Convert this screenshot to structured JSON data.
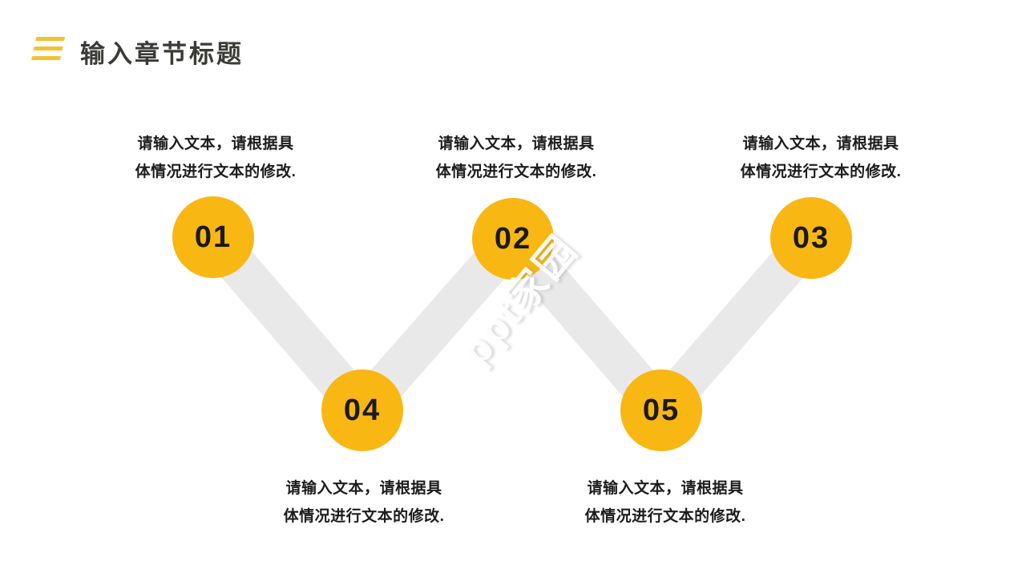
{
  "slide": {
    "title": "输入章节标题",
    "watermark": "ppt家园"
  },
  "colors": {
    "accent_yellow": "#F8B712",
    "icon_yellow": "#F2C233",
    "connector_gray": "#E9E9E9",
    "title_text": "#3A3A36",
    "body_text": "#1C1C1C",
    "background": "#FFFFFF"
  },
  "steps": [
    {
      "number": "01",
      "caption_line1": "请输入文本，请根据具",
      "caption_line2": "体情况进行文本的修改.",
      "caption_position": "above"
    },
    {
      "number": "02",
      "caption_line1": "请输入文本，请根据具",
      "caption_line2": "体情况进行文本的修改.",
      "caption_position": "above"
    },
    {
      "number": "03",
      "caption_line1": "请输入文本，请根据具",
      "caption_line2": "体情况进行文本的修改.",
      "caption_position": "above"
    },
    {
      "number": "04",
      "caption_line1": "请输入文本，请根据具",
      "caption_line2": "体情况进行文本的修改.",
      "caption_position": "below"
    },
    {
      "number": "05",
      "caption_line1": "请输入文本，请根据具",
      "caption_line2": "体情况进行文本的修改.",
      "caption_position": "below"
    }
  ]
}
